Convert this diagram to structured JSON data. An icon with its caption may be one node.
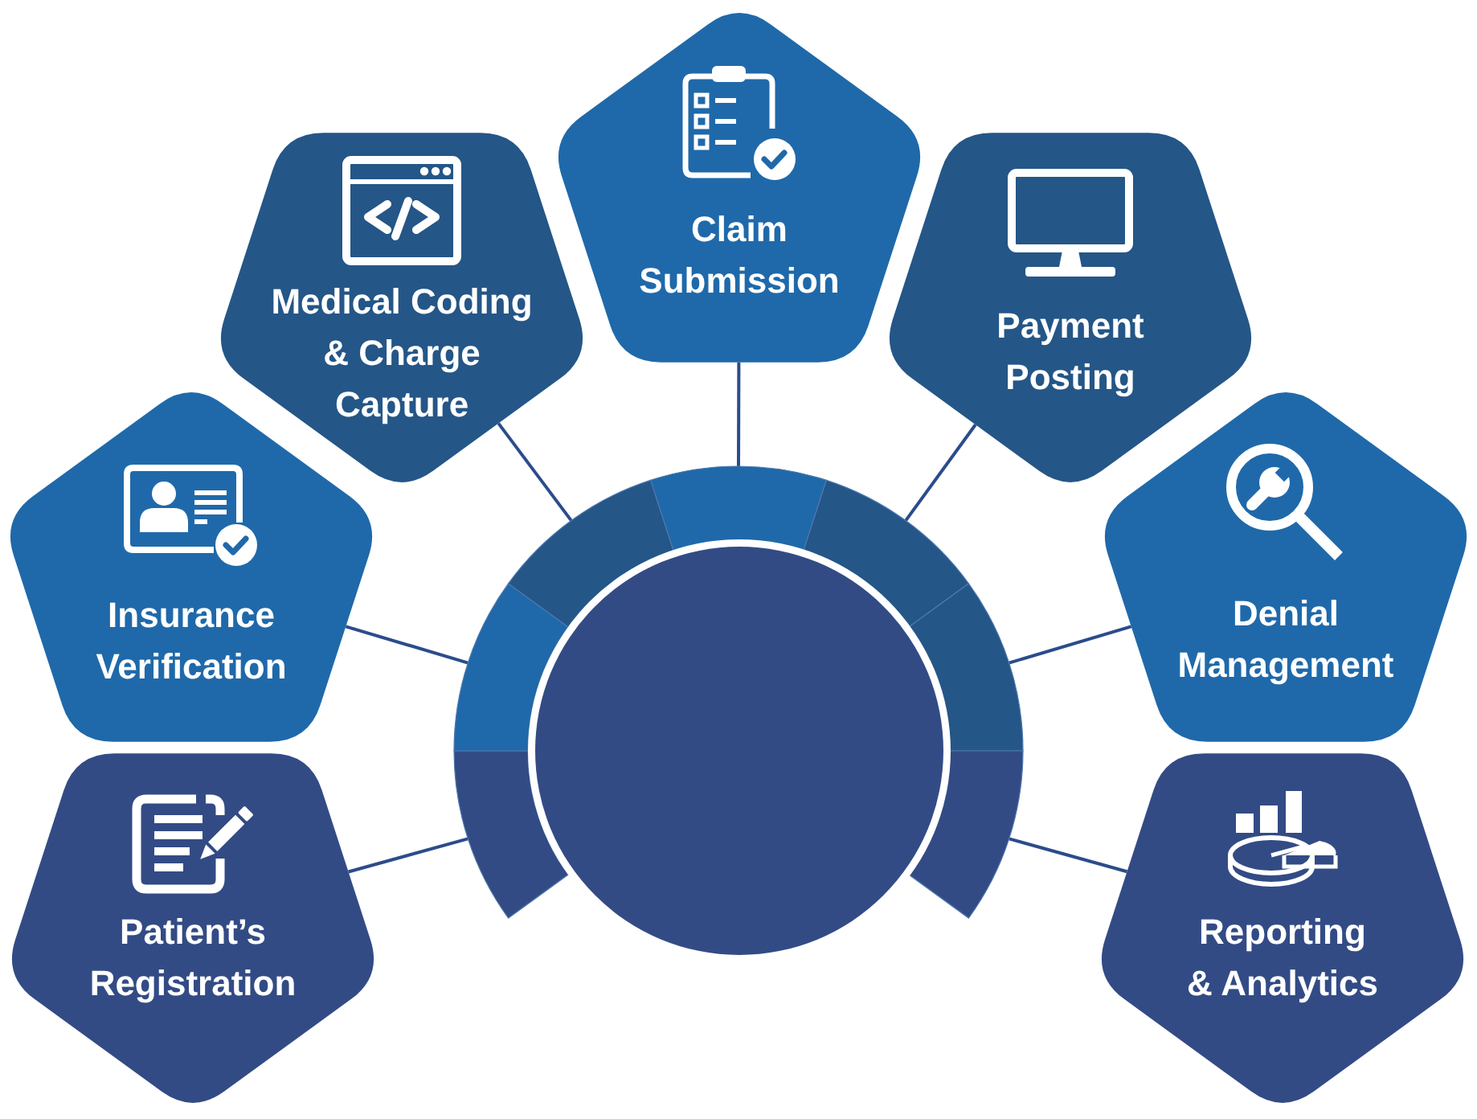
{
  "diagram": {
    "nodes": [
      {
        "text": [
          "Patient’s Registration"
        ]
      },
      {
        "text": [
          "Insurance Verification"
        ]
      },
      {
        "text": [
          "Medical Coding & Charge Capture"
        ]
      },
      {
        "text": [
          "Claim Submission"
        ]
      },
      {
        "text": [
          "Payment Posting"
        ]
      },
      {
        "text": [
          "Denial Management"
        ]
      },
      {
        "text": [
          "Reporting & Analytics"
        ]
      },
      {
        "text": [],
        "shape": "circle"
      },
      {
        "text": [],
        "shape": "arc"
      },
      {
        "text": [],
        "shape": "arc"
      },
      {
        "text": [],
        "shape": "arc"
      },
      {
        "text": [],
        "shape": "arc"
      },
      {
        "text": [],
        "shape": "arc"
      },
      {
        "text": [],
        "shape": "arc"
      },
      {
        "text": [],
        "shape": "arc"
      }
    ],
    "edges": [
      {
        "from": 0,
        "to": 8,
        "arrow": "none"
      },
      {
        "from": 1,
        "to": 9,
        "arrow": "none"
      },
      {
        "from": 2,
        "to": 10,
        "arrow": "none"
      },
      {
        "from": 3,
        "to": 11,
        "arrow": "none"
      },
      {
        "from": 4,
        "to": 12,
        "arrow": "none"
      },
      {
        "from": 5,
        "to": 13,
        "arrow": "none"
      },
      {
        "from": 6,
        "to": 14,
        "arrow": "none"
      }
    ]
  }
}
